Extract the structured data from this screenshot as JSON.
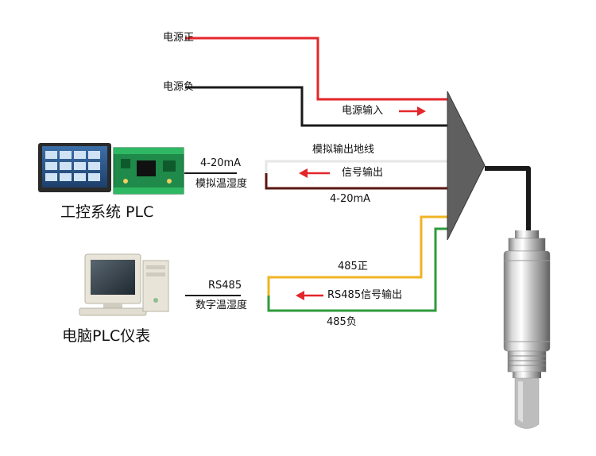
{
  "power": {
    "positive": "电源正",
    "negative": "电源负",
    "input": "电源输入"
  },
  "analog": {
    "ground": "模拟输出地线",
    "signal": "信号输出",
    "current": "4-20mA",
    "device_current": "4-20mA",
    "device_desc": "模拟温湿度"
  },
  "digital": {
    "positive": "485正",
    "signal": "RS485信号输出",
    "negative": "485负",
    "device_bus": "RS485",
    "device_desc": "数字温湿度"
  },
  "devices": {
    "plc_panel": "工控系统 PLC",
    "computer": "电脑PLC仪表"
  },
  "colors": {
    "power_positive": "#e3262a",
    "power_negative": "#1a1a1a",
    "analog_ground": "#e6e6e6",
    "analog_signal": "#5a1712",
    "rs485_positive": "#f0b323",
    "rs485_negative": "#2e9b3b",
    "arrow": "#e3262a"
  },
  "icons": [
    "arrow-left-icon",
    "arrow-right-icon"
  ]
}
